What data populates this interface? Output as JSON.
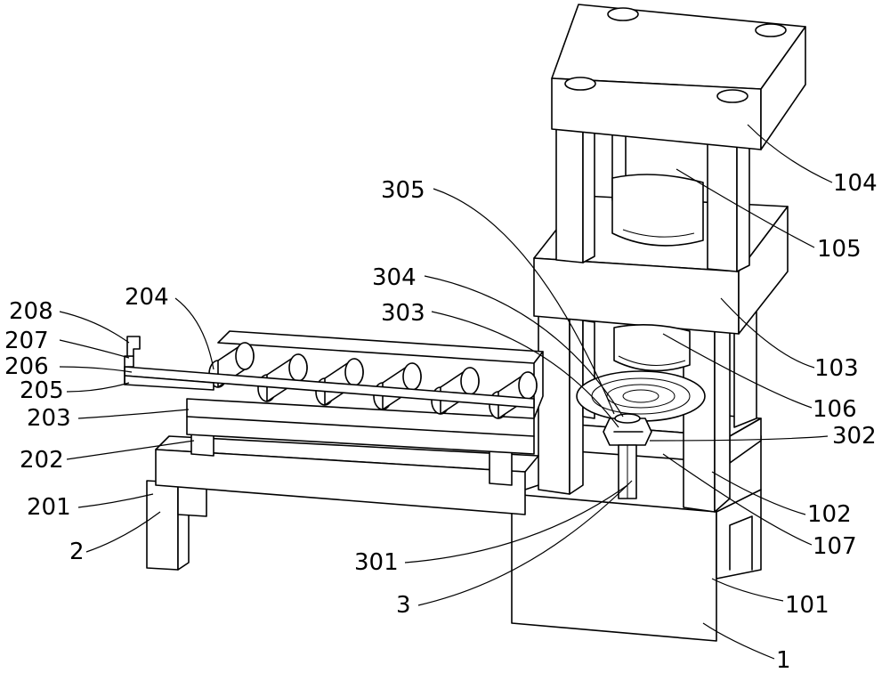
{
  "labels": {
    "l1": "1",
    "l101": "101",
    "l102": "102",
    "l103": "103",
    "l104": "104",
    "l105": "105",
    "l106": "106",
    "l107": "107",
    "l2": "2",
    "l201": "201",
    "l202": "202",
    "l203": "203",
    "l204": "204",
    "l205": "205",
    "l206": "206",
    "l207": "207",
    "l208": "208",
    "l3": "3",
    "l301": "301",
    "l302": "302",
    "l303": "303",
    "l304": "304",
    "l305": "305"
  }
}
